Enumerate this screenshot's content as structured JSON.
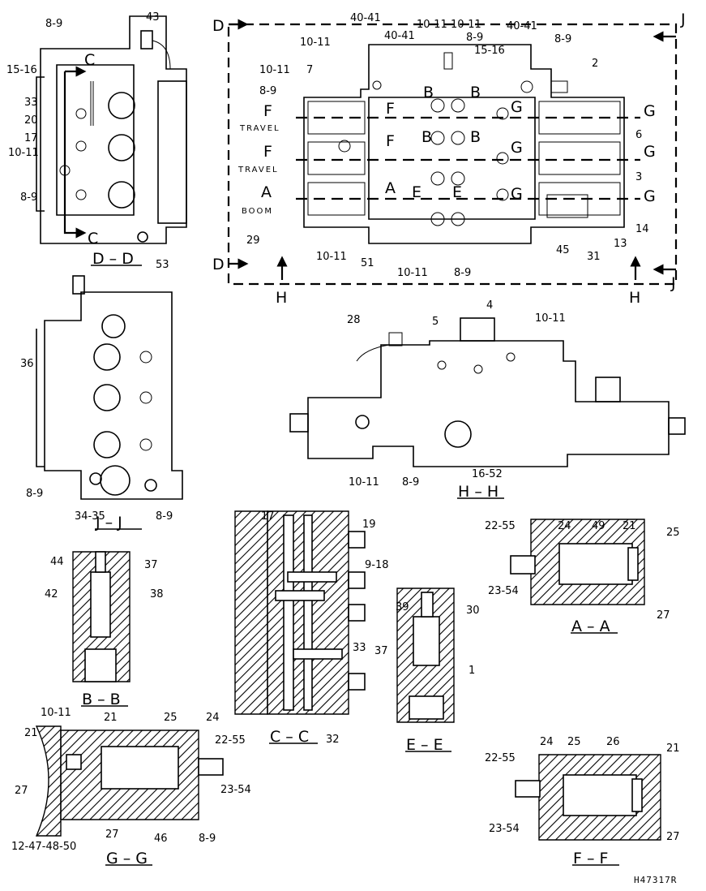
{
  "views": {
    "dd": {
      "title": "D – D",
      "labels": [
        "8-9",
        "15-16",
        "33",
        "20",
        "17",
        "10-11",
        "8-9",
        "43",
        "53"
      ],
      "arrows": [
        "C",
        "C"
      ]
    },
    "top": {
      "labels": [
        "10-11",
        "40-41",
        "40-41",
        "10-11",
        "10-11",
        "8-9",
        "15-16",
        "40-41",
        "8-9",
        "2",
        "10-11",
        "7",
        "8-9",
        "10-11",
        "51",
        "29",
        "10-11",
        "8-9",
        "45",
        "31",
        "13",
        "14",
        "6",
        "3"
      ],
      "section_letters": [
        "D",
        "D",
        "J",
        "J",
        "H",
        "H",
        "F",
        "F",
        "A",
        "G",
        "G",
        "G",
        "B",
        "B",
        "B",
        "B",
        "F",
        "F",
        "A",
        "E",
        "E",
        "G",
        "G",
        "G"
      ],
      "word_labels": [
        "TRAVEL",
        "TRAVEL",
        "BOOM"
      ]
    },
    "jj": {
      "title": "J – J",
      "labels": [
        "36",
        "8-9",
        "34-35",
        "8-9"
      ]
    },
    "hh": {
      "title": "H – H",
      "labels": [
        "28",
        "4",
        "5",
        "10-11",
        "10-11",
        "8-9",
        "16-52"
      ]
    },
    "bb": {
      "title": "B – B",
      "labels": [
        "44",
        "42",
        "37",
        "38"
      ]
    },
    "cc": {
      "title": "C – C",
      "labels": [
        "17",
        "19",
        "9-18",
        "33",
        "32"
      ]
    },
    "ee": {
      "title": "E – E",
      "labels": [
        "39",
        "30",
        "37",
        "1"
      ]
    },
    "aa": {
      "title": "A – A",
      "labels": [
        "24",
        "49",
        "21",
        "22-55",
        "25",
        "23-54",
        "27"
      ]
    },
    "gg": {
      "title": "G – G",
      "labels": [
        "10-11",
        "21",
        "25",
        "24",
        "22-55",
        "21",
        "27",
        "23-54",
        "27",
        "46",
        "8-9",
        "12-47-48-50"
      ]
    },
    "ff": {
      "title": "F – F",
      "labels": [
        "24",
        "25",
        "26",
        "21",
        "22-55",
        "23-54",
        "27"
      ]
    }
  },
  "figure_code": "H47317R"
}
